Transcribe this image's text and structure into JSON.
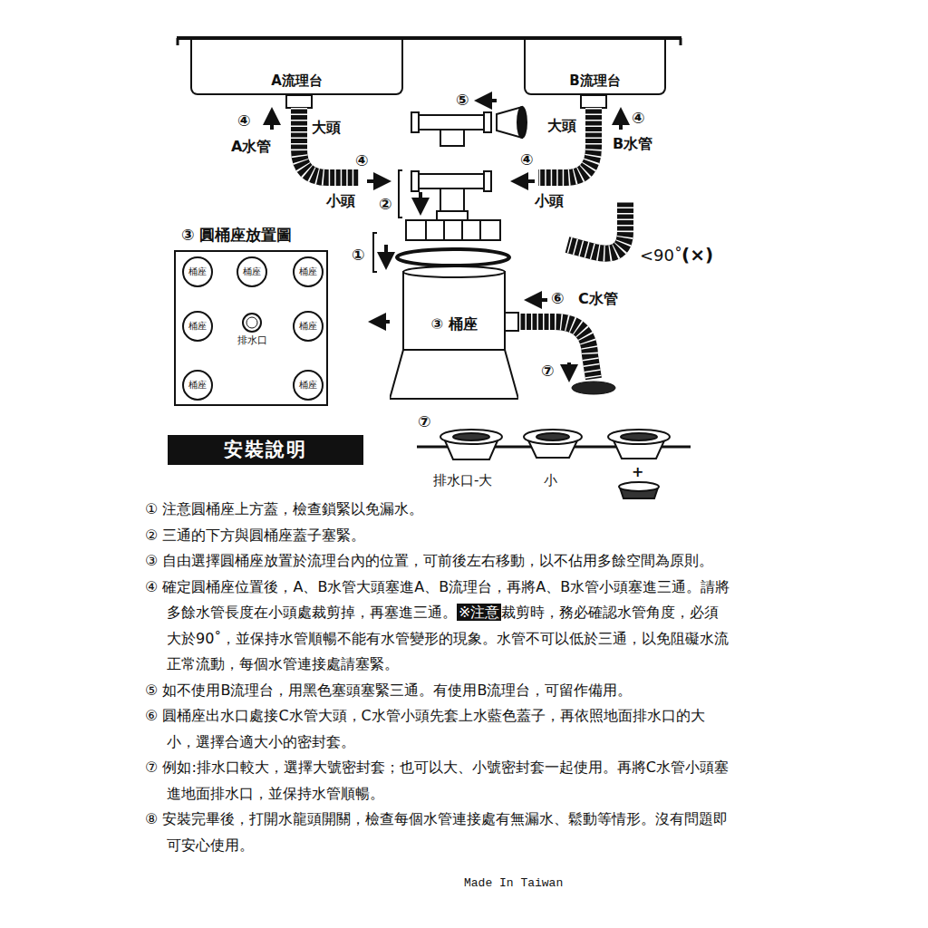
{
  "diagram": {
    "nodes": [
      {
        "text": [
          "A流理台"
        ]
      },
      {
        "text": [
          "B流理台"
        ]
      },
      {
        "text": [
          "③ 圓桶座放置圖"
        ]
      },
      {
        "text": [
          "桶座"
        ],
        "in": 2
      },
      {
        "text": [
          "桶座"
        ],
        "in": 2
      },
      {
        "text": [
          "桶座"
        ],
        "in": 2
      },
      {
        "text": [
          "桶座"
        ],
        "in": 2
      },
      {
        "text": [
          "排水口"
        ],
        "in": 2
      },
      {
        "text": [
          "桶座"
        ],
        "in": 2
      },
      {
        "text": [
          "桶座"
        ],
        "in": 2
      },
      {
        "text": [
          "桶座"
        ],
        "in": 2
      },
      {
        "text": [
          "③ 桶座"
        ]
      },
      {
        "text": [
          "安裝說明"
        ]
      }
    ],
    "labels": [
      "④",
      "大頭",
      "A水管",
      "④",
      "小頭",
      "⑤",
      "大頭",
      "④",
      "B水管",
      "④",
      "小頭",
      "②",
      "①",
      "<90˚",
      "(×)",
      "⑥",
      "C水管",
      "⑦",
      "⑦",
      "排水口-大",
      "小",
      "+",
      "① 注意圓桶座上方蓋，檢查鎖緊以免漏水。",
      "② 三通的下方與圓桶座蓋子塞緊。",
      "③ 自由選擇圓桶座放置於流理台內的位置，可前後左右移動，以不佔用多餘空間為原則。",
      "④ 確定圓桶座位置後，A、B水管大頭塞進A、B流理台，再將A、B水管小頭塞進三通。請將多餘水管長度在小頭處裁剪掉，再塞進三通。",
      "※注意",
      "裁剪時，務必確認水管角度，必須大於90˚，並保持水管順暢不能有水管變形的現象。水管不可以低於三通，以免阻礙水流正常流動，每個水管連接處請塞緊。",
      "⑤ 如不使用B流理台，用黑色塞頭塞緊三通。有使用B流理台，可留作備用。",
      "⑥ 圓桶座出水口處接C水管大頭，C水管小頭先套上水藍色蓋子，再依照地面排水口的大小，選擇合適大小的密封套。",
      "⑦ 例如:排水口較大，選擇大號密封套；也可以大、小號密封套一起使用。再將C水管小頭塞進地面排水口，並保持水管順暢。",
      "⑧ 安裝完畢後，打開水龍頭開關，檢查每個水管連接處有無漏水、鬆動等情形。沒有問題即可安心使用。",
      "Made In Taiwan"
    ]
  }
}
